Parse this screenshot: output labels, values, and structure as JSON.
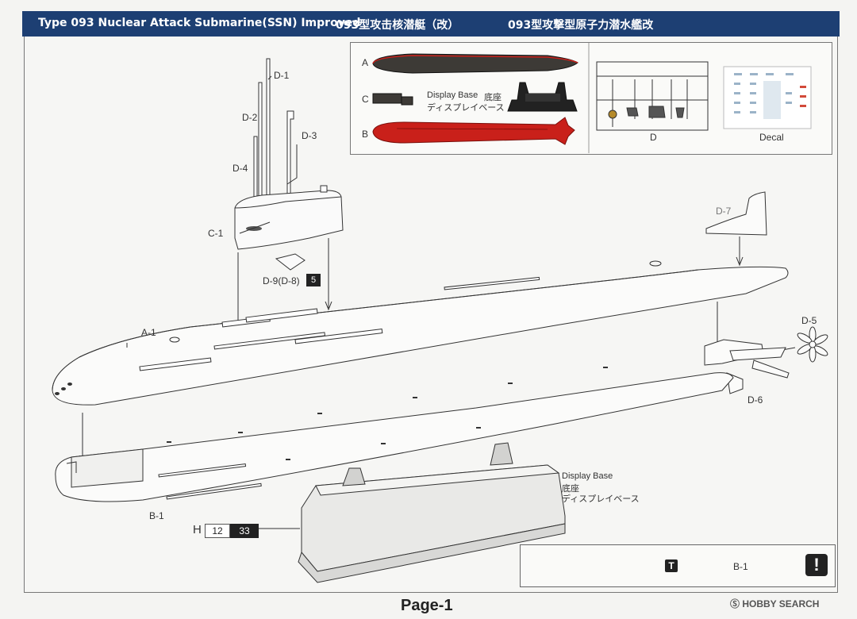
{
  "header": {
    "title_en": "Type 093 Nuclear Attack Submarine(SSN) Improved",
    "title_cn": "093型攻击核潜艇（改）",
    "title_jp": "093型攻撃型原子力潜水艦改"
  },
  "parts_box": {
    "label_a": "A",
    "label_b": "B",
    "label_c": "C",
    "label_d": "D",
    "decal_label": "Decal",
    "display_base_en": "Display Base",
    "display_base_cn": "底座",
    "display_base_jp": "ディスプレイベース"
  },
  "callouts": {
    "d1": "D-1",
    "d2": "D-2",
    "d3": "D-3",
    "d4": "D-4",
    "c1": "C-1",
    "d9": "D-9(D-8)",
    "d9_badge": "5",
    "a1": "A-1",
    "d7": "D-7",
    "d5": "D-5",
    "d6": "D-6",
    "b1": "B-1"
  },
  "stand": {
    "en": "Display Base",
    "cn": "底座",
    "jp": "ディスプレイベース"
  },
  "paint": {
    "letter": "H",
    "code": "12",
    "color_no": "33"
  },
  "note": {
    "part": "B-1",
    "badge": "T",
    "warn": "!"
  },
  "footer": {
    "page": "Page-1",
    "watermark": "HOBBY SEARCH"
  },
  "colors": {
    "header_bg": "#1d3f73",
    "hull_red": "#c9201a",
    "hull_dark": "#3d3a36"
  }
}
